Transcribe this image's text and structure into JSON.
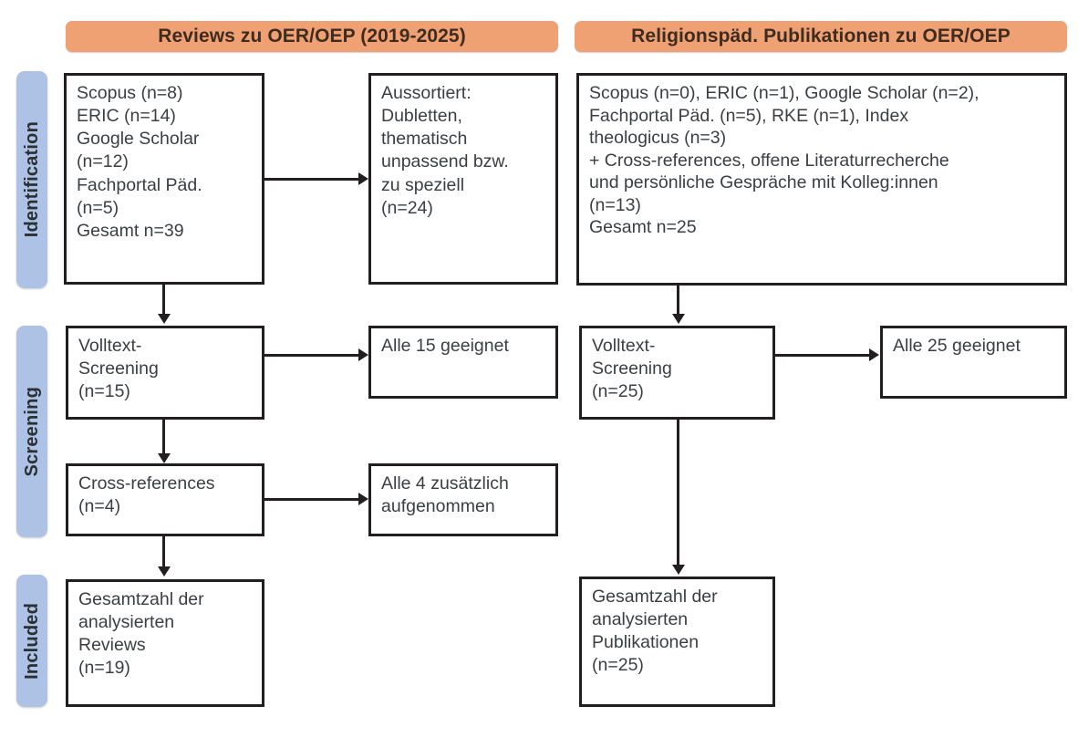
{
  "figure": {
    "type": "prisma-flow-diagram",
    "columns": [
      {
        "id": "reviews",
        "header": "Reviews zu OER/OEP (2019-2025)"
      },
      {
        "id": "religionspaed",
        "header": "Religionspäd. Publikationen zu OER/OEP"
      }
    ],
    "stages": [
      {
        "id": "identification",
        "label": "Identification"
      },
      {
        "id": "screening",
        "label": "Screening"
      },
      {
        "id": "included",
        "label": "Included"
      }
    ],
    "colors": {
      "header_orange": "#F0A173",
      "stage_blue": "#AEC2E6",
      "box_border": "#231f20",
      "text": "#3a3f44"
    }
  },
  "boxes": {
    "left_sources": "Scopus (n=8)\nERIC (n=14)\nGoogle Scholar\n(n=12)\nFachportal Päd.\n(n=5)\nGesamt n=39",
    "left_excluded": "Aussortiert:\nDubletten,\nthematisch\nunpassend bzw.\nzu speziell\n(n=24)",
    "left_fulltext": "Volltext-\nScreening\n(n=15)",
    "left_eligible": "Alle 15 geeignet",
    "left_crossref": "Cross-references\n(n=4)",
    "left_crossref_result": "Alle 4 zusätzlich\naufgenommen",
    "left_included": "Gesamtzahl der\nanalysierten\nReviews\n(n=19)",
    "right_sources": "Scopus (n=0), ERIC (n=1), Google Scholar (n=2),\nFachportal Päd. (n=5), RKE (n=1), Index\ntheologicus (n=3)\n+ Cross-references, offene Literaturrecherche\nund persönliche Gespräche mit Kolleg:innen\n(n=13)\nGesamt n=25",
    "right_fulltext": "Volltext-\nScreening\n(n=25)",
    "right_eligible": "Alle 25 geeignet",
    "right_included": "Gesamtzahl der\nanalysierten\nPublikationen\n(n=25)"
  },
  "counts": {
    "left_scopus": 8,
    "left_eric": 14,
    "left_google_scholar": 12,
    "left_fachportal": 5,
    "left_total": 39,
    "left_excluded": 24,
    "left_fulltext_screened": 15,
    "left_eligible": 15,
    "left_crossrefs": 4,
    "left_crossrefs_added": 4,
    "left_included": 19,
    "right_scopus": 0,
    "right_eric": 1,
    "right_google_scholar": 2,
    "right_fachportal": 5,
    "right_rke": 1,
    "right_index_theologicus": 3,
    "right_additional": 13,
    "right_total": 25,
    "right_fulltext_screened": 25,
    "right_eligible": 25,
    "right_included": 25
  }
}
